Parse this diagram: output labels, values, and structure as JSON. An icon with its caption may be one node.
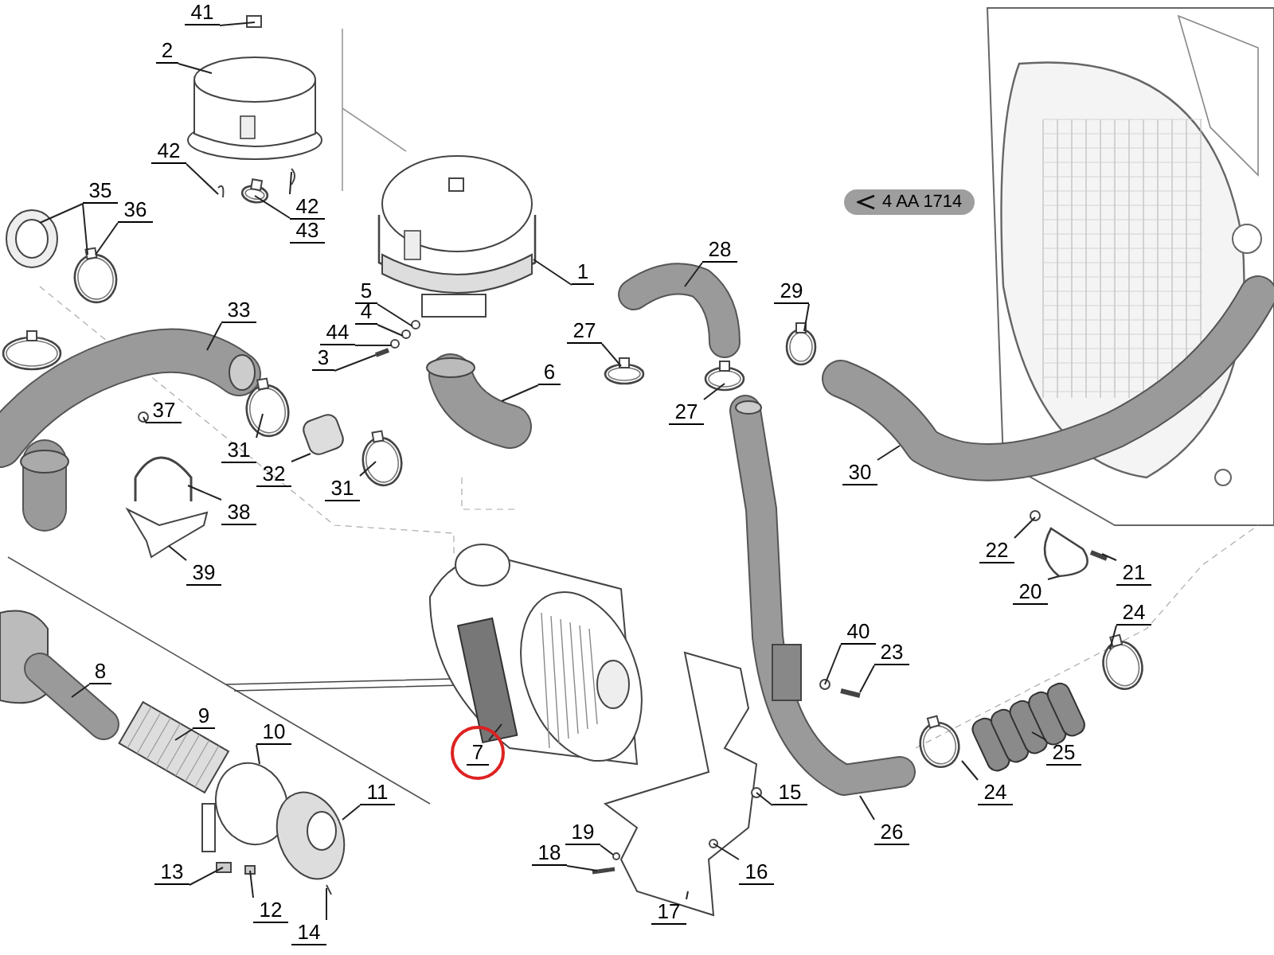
{
  "diagram": {
    "nodes": [
      {
        "text": [
          "41"
        ]
      },
      {
        "text": [
          "2"
        ]
      },
      {
        "text": [
          "42"
        ]
      },
      {
        "text": [
          "42"
        ]
      },
      {
        "text": [
          "43"
        ]
      },
      {
        "text": [
          "35"
        ]
      },
      {
        "text": [
          "36"
        ]
      },
      {
        "text": [
          "1"
        ]
      },
      {
        "text": [
          "5"
        ]
      },
      {
        "text": [
          "4"
        ]
      },
      {
        "text": [
          "44"
        ]
      },
      {
        "text": [
          "3"
        ]
      },
      {
        "text": [
          "33"
        ]
      },
      {
        "text": [
          "6"
        ]
      },
      {
        "text": [
          "28"
        ]
      },
      {
        "text": [
          "29"
        ]
      },
      {
        "text": [
          "27"
        ]
      },
      {
        "text": [
          "27"
        ]
      },
      {
        "text": [
          "37"
        ]
      },
      {
        "text": [
          "31"
        ]
      },
      {
        "text": [
          "32"
        ]
      },
      {
        "text": [
          "31"
        ]
      },
      {
        "text": [
          "30"
        ]
      },
      {
        "text": [
          "38"
        ]
      },
      {
        "text": [
          "39"
        ]
      },
      {
        "text": [
          "22"
        ]
      },
      {
        "text": [
          "21"
        ]
      },
      {
        "text": [
          "20"
        ]
      },
      {
        "text": [
          "24"
        ]
      },
      {
        "text": [
          "40"
        ]
      },
      {
        "text": [
          "23"
        ]
      },
      {
        "text": [
          "7"
        ]
      },
      {
        "text": [
          "8"
        ]
      },
      {
        "text": [
          "9"
        ]
      },
      {
        "text": [
          "10"
        ]
      },
      {
        "text": [
          "25"
        ]
      },
      {
        "text": [
          "11"
        ]
      },
      {
        "text": [
          "24"
        ]
      },
      {
        "text": [
          "15"
        ]
      },
      {
        "text": [
          "26"
        ]
      },
      {
        "text": [
          "19"
        ]
      },
      {
        "text": [
          "18"
        ]
      },
      {
        "text": [
          "16"
        ]
      },
      {
        "text": [
          "13"
        ]
      },
      {
        "text": [
          "12"
        ]
      },
      {
        "text": [
          "17"
        ]
      },
      {
        "text": [
          "14"
        ]
      }
    ],
    "edges": [
      {
        "from": 0,
        "to": null,
        "arrow": "none"
      },
      {
        "from": 1,
        "to": null,
        "arrow": "none"
      },
      {
        "from": 2,
        "to": null,
        "arrow": "none"
      },
      {
        "from": 3,
        "to": null,
        "arrow": "none"
      },
      {
        "from": 4,
        "to": null,
        "arrow": "none"
      },
      {
        "from": 5,
        "to": null,
        "arrow": "none"
      },
      {
        "from": 5,
        "to": null,
        "arrow": "none"
      },
      {
        "from": 6,
        "to": null,
        "arrow": "none"
      },
      {
        "from": 7,
        "to": null,
        "arrow": "none"
      },
      {
        "from": 8,
        "to": null,
        "arrow": "none"
      },
      {
        "from": 9,
        "to": null,
        "arrow": "none"
      },
      {
        "from": 10,
        "to": null,
        "arrow": "none"
      },
      {
        "from": 11,
        "to": null,
        "arrow": "none"
      },
      {
        "from": 12,
        "to": null,
        "arrow": "none"
      },
      {
        "from": 13,
        "to": null,
        "arrow": "none"
      },
      {
        "from": 14,
        "to": null,
        "arrow": "none"
      },
      {
        "from": 15,
        "to": null,
        "arrow": "none"
      },
      {
        "from": 16,
        "to": null,
        "arrow": "none"
      },
      {
        "from": 17,
        "to": null,
        "arrow": "none"
      },
      {
        "from": 18,
        "to": null,
        "arrow": "none"
      },
      {
        "from": 19,
        "to": null,
        "arrow": "none"
      },
      {
        "from": 20,
        "to": null,
        "arrow": "none"
      },
      {
        "from": 21,
        "to": null,
        "arrow": "none"
      },
      {
        "from": 22,
        "to": null,
        "arrow": "none"
      },
      {
        "from": 23,
        "to": null,
        "arrow": "none"
      },
      {
        "from": 24,
        "to": null,
        "arrow": "none"
      },
      {
        "from": 25,
        "to": null,
        "arrow": "none"
      },
      {
        "from": 26,
        "to": null,
        "arrow": "none"
      },
      {
        "from": 27,
        "to": null,
        "arrow": "none"
      },
      {
        "from": 28,
        "to": null,
        "arrow": "none"
      },
      {
        "from": 29,
        "to": null,
        "arrow": "none"
      },
      {
        "from": 30,
        "to": null,
        "arrow": "none"
      },
      {
        "from": 31,
        "to": null,
        "arrow": "none"
      },
      {
        "from": 32,
        "to": null,
        "arrow": "none"
      },
      {
        "from": 33,
        "to": null,
        "arrow": "none"
      },
      {
        "from": 34,
        "to": null,
        "arrow": "none"
      },
      {
        "from": 35,
        "to": null,
        "arrow": "none"
      },
      {
        "from": 36,
        "to": null,
        "arrow": "none"
      },
      {
        "from": 37,
        "to": null,
        "arrow": "none"
      },
      {
        "from": 38,
        "to": null,
        "arrow": "none"
      },
      {
        "from": 39,
        "to": null,
        "arrow": "none"
      },
      {
        "from": 40,
        "to": null,
        "arrow": "none"
      },
      {
        "from": 41,
        "to": null,
        "arrow": "none"
      },
      {
        "from": 42,
        "to": null,
        "arrow": "none"
      },
      {
        "from": 43,
        "to": null,
        "arrow": "none"
      },
      {
        "from": 44,
        "to": null,
        "arrow": "none"
      },
      {
        "from": 45,
        "to": null,
        "arrow": "none"
      },
      {
        "from": 46,
        "to": null,
        "arrow": "none"
      }
    ],
    "labels": [
      "4 AA 1714"
    ]
  }
}
